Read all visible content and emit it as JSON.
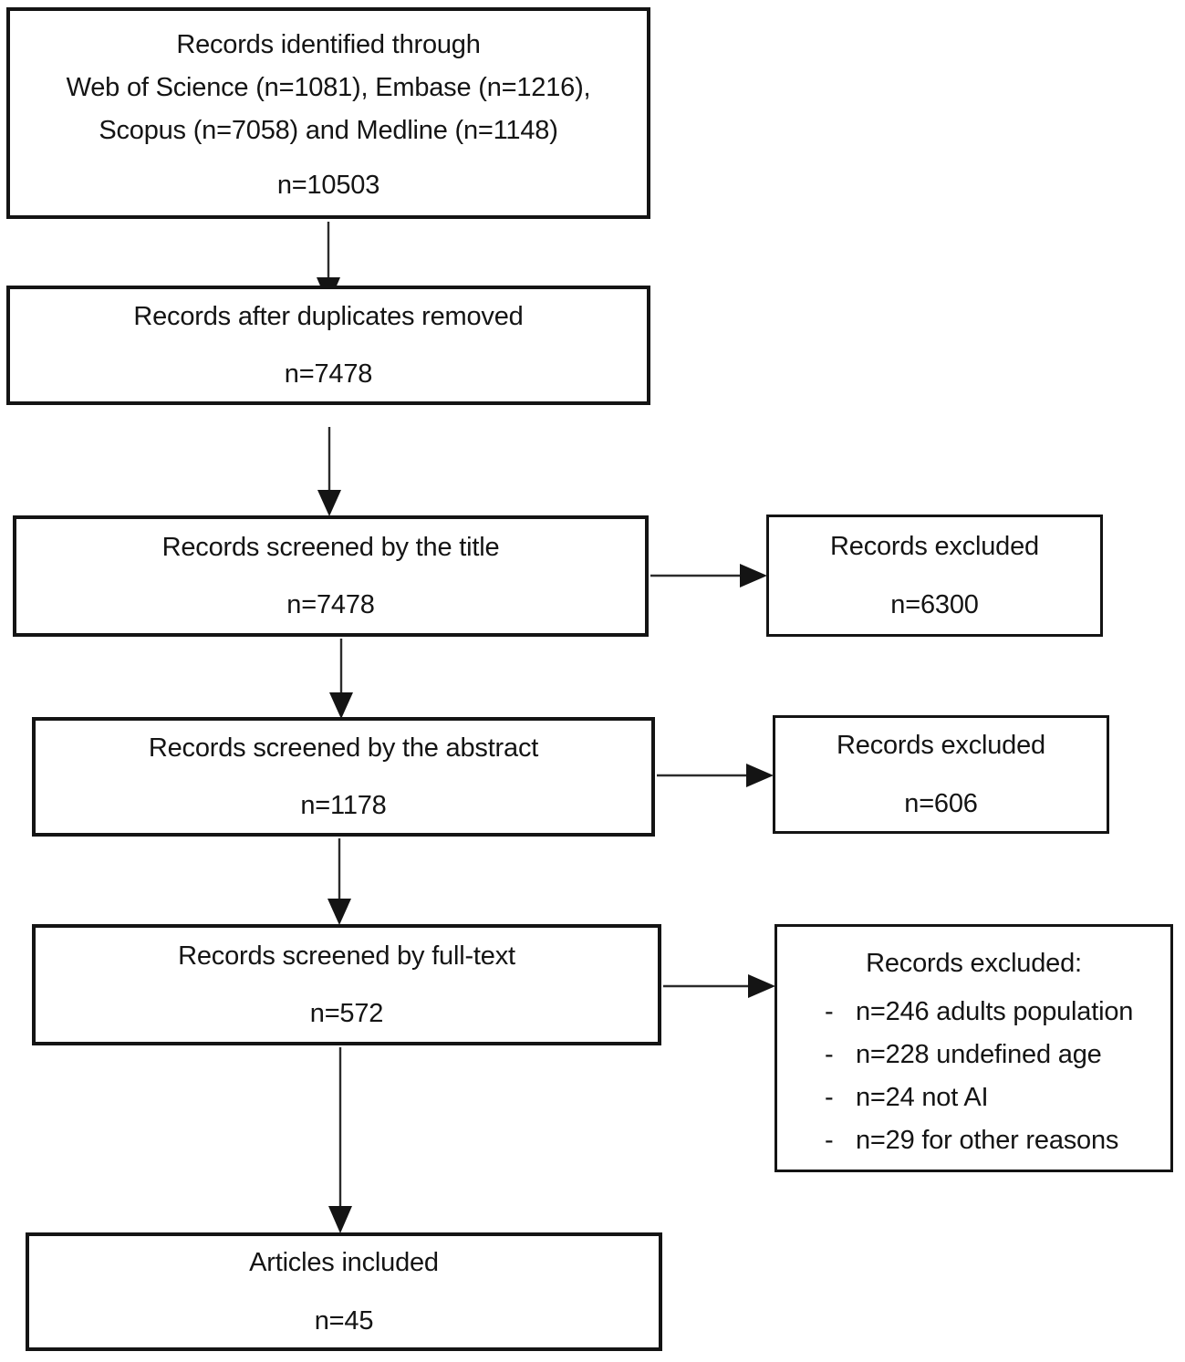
{
  "diagram": {
    "type": "prisma-flowchart",
    "colors": {
      "background": "#ffffff",
      "box_border": "#141414",
      "text": "#141414",
      "arrow": "#141414"
    },
    "boxes": {
      "identification": {
        "line1": "Records identified through",
        "line2": "Web of Science (n=1081), Embase (n=1216),",
        "line3": "Scopus (n=7058) and Medline (n=1148)",
        "count": "n=10503"
      },
      "duplicates_removed": {
        "label": "Records after duplicates removed",
        "count": "n=7478"
      },
      "screened_title": {
        "label": "Records screened by the title",
        "count": "n=7478"
      },
      "excluded_title": {
        "label": "Records excluded",
        "count": "n=6300"
      },
      "screened_abstract": {
        "label": "Records screened by the abstract",
        "count": "n=1178"
      },
      "excluded_abstract": {
        "label": "Records excluded",
        "count": "n=606"
      },
      "screened_fulltext": {
        "label": "Records screened by full-text",
        "count": "n=572"
      },
      "excluded_fulltext": {
        "title": "Records excluded:",
        "bullet": "-",
        "items": [
          "n=246 adults population",
          "n=228 undefined age",
          "n=24 not AI",
          "n=29 for other reasons"
        ]
      },
      "included": {
        "label": "Articles included",
        "count": "n=45"
      }
    }
  }
}
